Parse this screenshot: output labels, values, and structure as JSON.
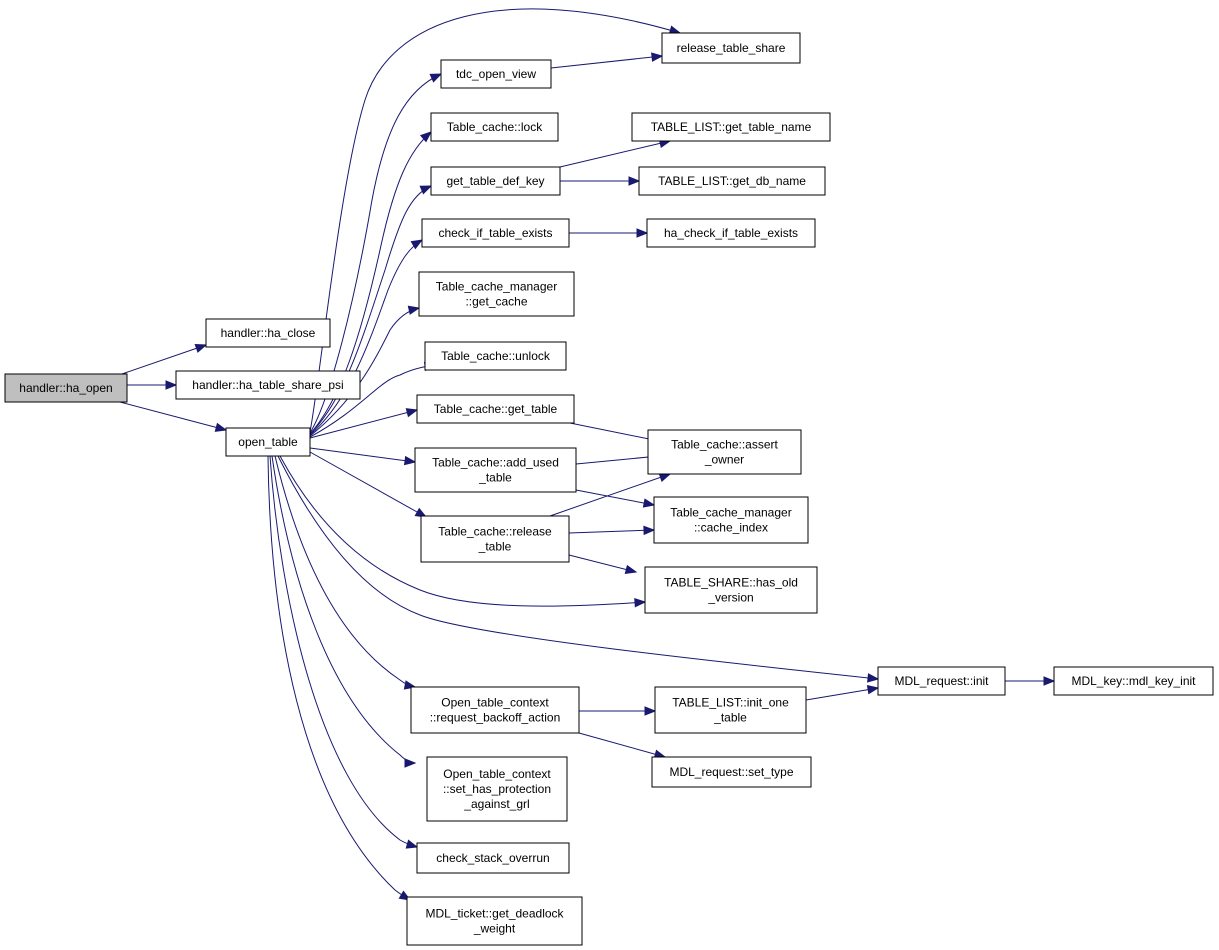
{
  "graph": {
    "nodes": [
      {
        "id": "ha_open",
        "lines": [
          "handler::ha_open"
        ],
        "root": true
      },
      {
        "id": "ha_close",
        "lines": [
          "handler::ha_close"
        ]
      },
      {
        "id": "ha_table_share_psi",
        "lines": [
          "handler::ha_table_share_psi"
        ]
      },
      {
        "id": "open_table",
        "lines": [
          "open_table"
        ]
      },
      {
        "id": "tdc_open_view",
        "lines": [
          "tdc_open_view"
        ]
      },
      {
        "id": "release_table_share",
        "lines": [
          "release_table_share"
        ]
      },
      {
        "id": "tc_lock",
        "lines": [
          "Table_cache::lock"
        ]
      },
      {
        "id": "get_table_def_key",
        "lines": [
          "get_table_def_key"
        ]
      },
      {
        "id": "get_table_name",
        "lines": [
          "TABLE_LIST::get_table_name"
        ]
      },
      {
        "id": "get_db_name",
        "lines": [
          "TABLE_LIST::get_db_name"
        ]
      },
      {
        "id": "check_if_table_exists",
        "lines": [
          "check_if_table_exists"
        ]
      },
      {
        "id": "ha_check_if_table_exists",
        "lines": [
          "ha_check_if_table_exists"
        ]
      },
      {
        "id": "tcm_get_cache",
        "lines": [
          "Table_cache_manager",
          "::get_cache"
        ]
      },
      {
        "id": "tc_unlock",
        "lines": [
          "Table_cache::unlock"
        ]
      },
      {
        "id": "tc_get_table",
        "lines": [
          "Table_cache::get_table"
        ]
      },
      {
        "id": "tc_assert_owner",
        "lines": [
          "Table_cache::assert",
          "_owner"
        ]
      },
      {
        "id": "tc_add_used_table",
        "lines": [
          "Table_cache::add_used",
          "_table"
        ]
      },
      {
        "id": "tcm_cache_index",
        "lines": [
          "Table_cache_manager",
          "::cache_index"
        ]
      },
      {
        "id": "tc_release_table",
        "lines": [
          "Table_cache::release",
          "_table"
        ]
      },
      {
        "id": "has_old_version",
        "lines": [
          "TABLE_SHARE::has_old",
          "_version"
        ]
      },
      {
        "id": "mdl_request_init",
        "lines": [
          "MDL_request::init"
        ]
      },
      {
        "id": "mdl_key_init",
        "lines": [
          "MDL_key::mdl_key_init"
        ]
      },
      {
        "id": "request_backoff_action",
        "lines": [
          "Open_table_context",
          "::request_backoff_action"
        ]
      },
      {
        "id": "init_one_table",
        "lines": [
          "TABLE_LIST::init_one",
          "_table"
        ]
      },
      {
        "id": "mdl_set_type",
        "lines": [
          "MDL_request::set_type"
        ]
      },
      {
        "id": "set_has_protection",
        "lines": [
          "Open_table_context",
          "::set_has_protection",
          "_against_grl"
        ]
      },
      {
        "id": "check_stack_overrun",
        "lines": [
          "check_stack_overrun"
        ]
      },
      {
        "id": "get_deadlock_weight",
        "lines": [
          "MDL_ticket::get_deadlock",
          "_weight"
        ]
      }
    ],
    "edges": [
      {
        "from": "ha_open",
        "to": "ha_close"
      },
      {
        "from": "ha_open",
        "to": "ha_table_share_psi"
      },
      {
        "from": "ha_open",
        "to": "open_table"
      },
      {
        "from": "open_table",
        "to": "release_table_share"
      },
      {
        "from": "open_table",
        "to": "tdc_open_view"
      },
      {
        "from": "tdc_open_view",
        "to": "release_table_share"
      },
      {
        "from": "open_table",
        "to": "tc_lock"
      },
      {
        "from": "open_table",
        "to": "get_table_def_key"
      },
      {
        "from": "get_table_def_key",
        "to": "get_table_name"
      },
      {
        "from": "get_table_def_key",
        "to": "get_db_name"
      },
      {
        "from": "open_table",
        "to": "check_if_table_exists"
      },
      {
        "from": "check_if_table_exists",
        "to": "ha_check_if_table_exists"
      },
      {
        "from": "open_table",
        "to": "tcm_get_cache"
      },
      {
        "from": "open_table",
        "to": "tc_unlock"
      },
      {
        "from": "open_table",
        "to": "tc_get_table"
      },
      {
        "from": "tc_get_table",
        "to": "tc_assert_owner"
      },
      {
        "from": "open_table",
        "to": "tc_add_used_table"
      },
      {
        "from": "tc_add_used_table",
        "to": "tc_assert_owner"
      },
      {
        "from": "tc_add_used_table",
        "to": "tcm_cache_index"
      },
      {
        "from": "open_table",
        "to": "tc_release_table"
      },
      {
        "from": "tc_release_table",
        "to": "tc_assert_owner"
      },
      {
        "from": "tc_release_table",
        "to": "tcm_cache_index"
      },
      {
        "from": "tc_release_table",
        "to": "has_old_version"
      },
      {
        "from": "open_table",
        "to": "has_old_version"
      },
      {
        "from": "open_table",
        "to": "mdl_request_init"
      },
      {
        "from": "mdl_request_init",
        "to": "mdl_key_init"
      },
      {
        "from": "open_table",
        "to": "request_backoff_action"
      },
      {
        "from": "request_backoff_action",
        "to": "init_one_table"
      },
      {
        "from": "request_backoff_action",
        "to": "mdl_set_type"
      },
      {
        "from": "init_one_table",
        "to": "mdl_request_init"
      },
      {
        "from": "open_table",
        "to": "set_has_protection"
      },
      {
        "from": "open_table",
        "to": "check_stack_overrun"
      },
      {
        "from": "open_table",
        "to": "get_deadlock_weight"
      }
    ]
  }
}
